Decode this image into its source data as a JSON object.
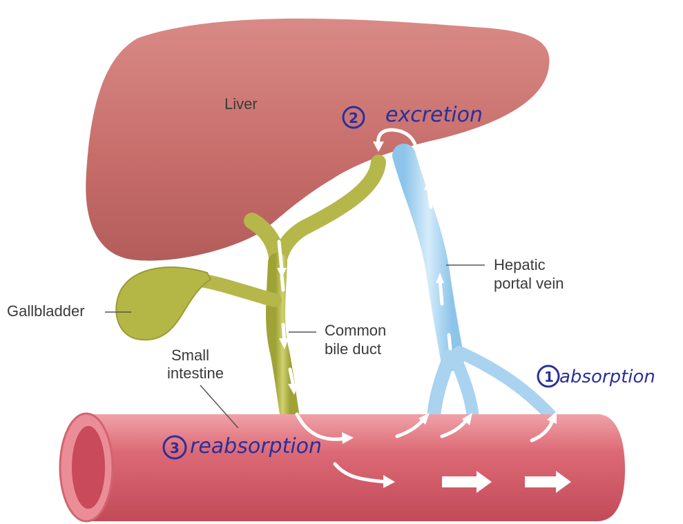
{
  "labels": {
    "liver": "Liver",
    "gallbladder": "Gallbladder",
    "small_intestine_line1": "Small",
    "small_intestine_line2": "intestine",
    "common_bile_duct_line1": "Common",
    "common_bile_duct_line2": "bile duct",
    "hepatic_portal_vein_line1": "Hepatic",
    "hepatic_portal_vein_line2": "portal vein"
  },
  "annotations": {
    "excretion": {
      "number": "2",
      "text": "excretion"
    },
    "absorption": {
      "number": "1",
      "text": "absorption"
    },
    "reabsorption": {
      "number": "3",
      "text": "reabsorption"
    }
  },
  "colors": {
    "liver": "#c86d6a",
    "bile_duct": "#b3b646",
    "portal_vein": "#a9d3ef",
    "intestine": "#d9616c",
    "annotation_ink": "#2a2f9a"
  }
}
